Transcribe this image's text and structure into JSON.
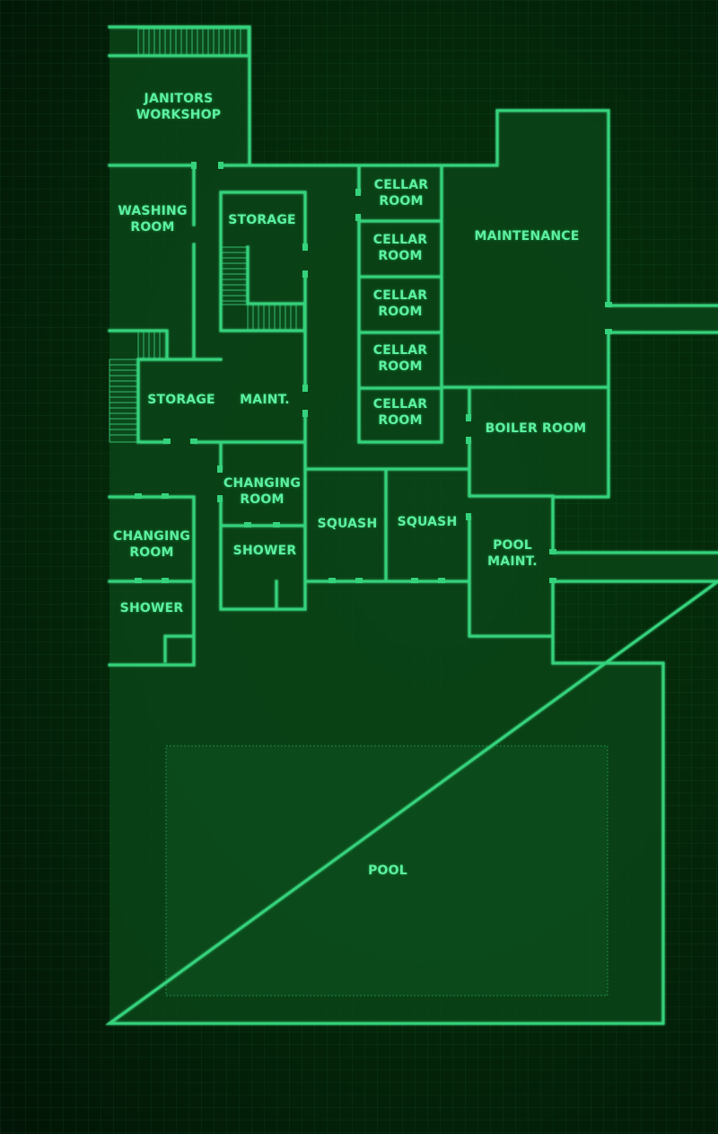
{
  "colors": {
    "background": "#031a06",
    "floor": "#0c4a18",
    "wall": "#35d27c",
    "wall_glow": "#1fae5c",
    "text": "#5cf0a0"
  },
  "rooms": {
    "janitors_workshop": "JANITORS\nWORKSHOP",
    "washing_room": "WASHING\nROOM",
    "storage_upper": "STORAGE",
    "storage_lower": "STORAGE",
    "maint_small": "MAINT.",
    "cellar_room_1": "CELLAR\nROOM",
    "cellar_room_2": "CELLAR\nROOM",
    "cellar_room_3": "CELLAR\nROOM",
    "cellar_room_4": "CELLAR\nROOM",
    "cellar_room_5": "CELLAR\nROOM",
    "maintenance": "MAINTENANCE",
    "boiler_room": "BOILER ROOM",
    "changing_room_center": "CHANGING\nROOM",
    "shower_center": "SHOWER",
    "squash_left": "SQUASH",
    "squash_right": "SQUASH",
    "pool_maint": "POOL\nMAINT.",
    "changing_room_left": "CHANGING\nROOM",
    "shower_left": "SHOWER",
    "pool": "POOL"
  }
}
